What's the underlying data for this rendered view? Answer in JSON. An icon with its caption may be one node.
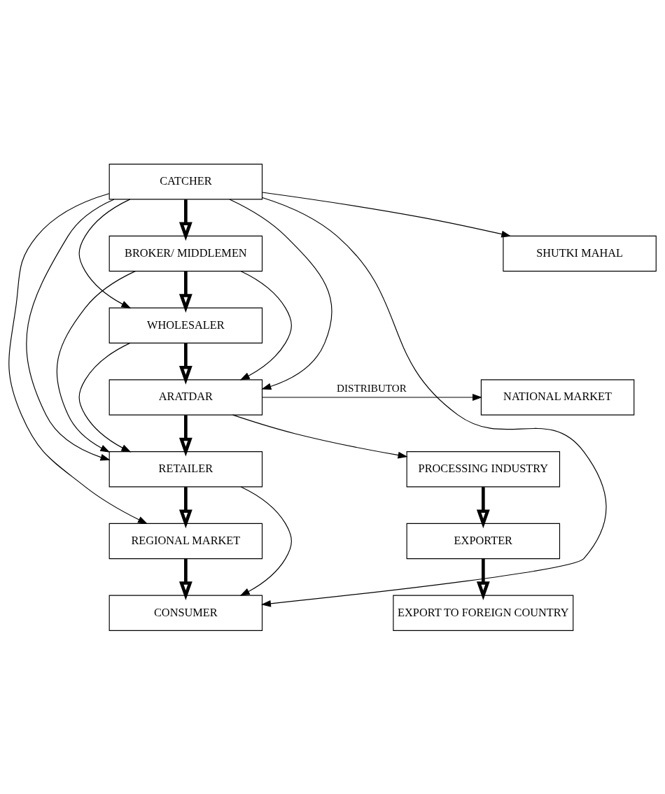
{
  "diagram": {
    "nodes": [
      {
        "text": [
          "CATCHER"
        ]
      },
      {
        "text": [
          "BROKER/ MIDDLEMEN"
        ]
      },
      {
        "text": [
          "WHOLESALER"
        ]
      },
      {
        "text": [
          "ARATDAR"
        ]
      },
      {
        "text": [
          "RETAILER"
        ]
      },
      {
        "text": [
          "REGIONAL MARKET"
        ]
      },
      {
        "text": [
          "CONSUMER"
        ]
      },
      {
        "text": [
          "SHUTKI MAHAL"
        ]
      },
      {
        "text": [
          "NATIONAL MARKET"
        ]
      },
      {
        "text": [
          "PROCESSING INDUSTRY"
        ]
      },
      {
        "text": [
          "EXPORTER"
        ]
      },
      {
        "text": [
          "EXPORT TO FOREIGN COUNTRY"
        ]
      }
    ],
    "edges": [
      {
        "from": 0,
        "to": 1,
        "arrow": "to",
        "style": "thick"
      },
      {
        "from": 1,
        "to": 2,
        "arrow": "to",
        "style": "thick"
      },
      {
        "from": 2,
        "to": 3,
        "arrow": "to",
        "style": "thick"
      },
      {
        "from": 3,
        "to": 4,
        "arrow": "to",
        "style": "thick"
      },
      {
        "from": 4,
        "to": 5,
        "arrow": "to",
        "style": "thick"
      },
      {
        "from": 5,
        "to": 6,
        "arrow": "to",
        "style": "thick"
      },
      {
        "from": 0,
        "to": 7,
        "arrow": "to"
      },
      {
        "from": 0,
        "to": 2,
        "arrow": "to"
      },
      {
        "from": 0,
        "to": 3,
        "arrow": "to"
      },
      {
        "from": 0,
        "to": 4,
        "arrow": "to"
      },
      {
        "from": 0,
        "to": 5,
        "arrow": "to"
      },
      {
        "from": 0,
        "to": 6,
        "arrow": "to"
      },
      {
        "from": 1,
        "to": 3,
        "arrow": "to"
      },
      {
        "from": 1,
        "to": 4,
        "arrow": "to"
      },
      {
        "from": 2,
        "to": 4,
        "arrow": "to"
      },
      {
        "from": 3,
        "to": 8,
        "arrow": "to",
        "label": "DISTRIBUTOR"
      },
      {
        "from": 3,
        "to": 9,
        "arrow": "to"
      },
      {
        "from": 4,
        "to": 6,
        "arrow": "to"
      },
      {
        "from": 9,
        "to": 10,
        "arrow": "to",
        "style": "thick"
      },
      {
        "from": 10,
        "to": 11,
        "arrow": "to",
        "style": "thick"
      }
    ]
  }
}
